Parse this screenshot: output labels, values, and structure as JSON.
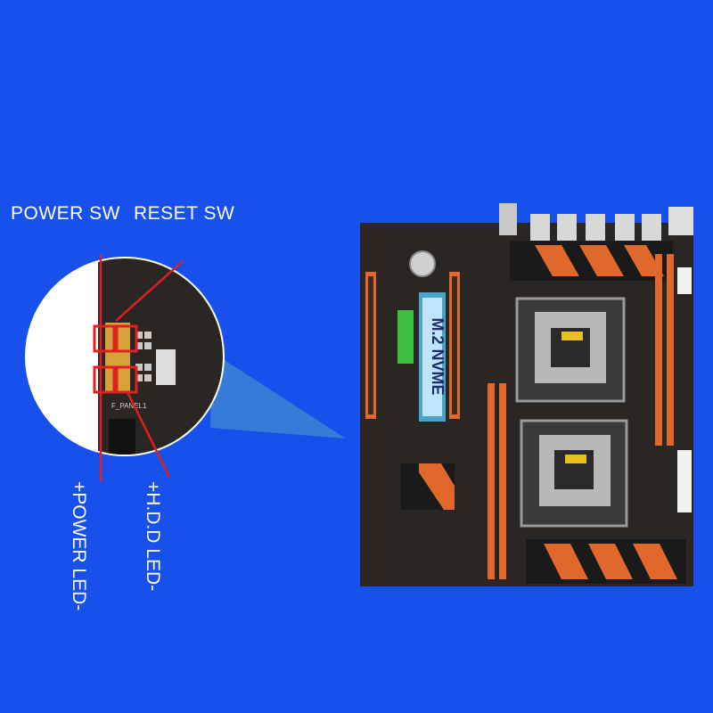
{
  "labels": {
    "power_sw": "POWER SW",
    "reset_sw": "RESET SW",
    "power_led": "+POWER LED-",
    "hdd_led": "+H.D.D LED-"
  },
  "board": {
    "m2_label": "M.2 NVME",
    "chip_label": "",
    "f_panel": "F_PANEL1"
  },
  "colors": {
    "background": "#1750ea",
    "pcb": "#2a2624",
    "orange": "#e0682a",
    "highlight_box": "#e02020",
    "guide_line": "#e02020"
  }
}
